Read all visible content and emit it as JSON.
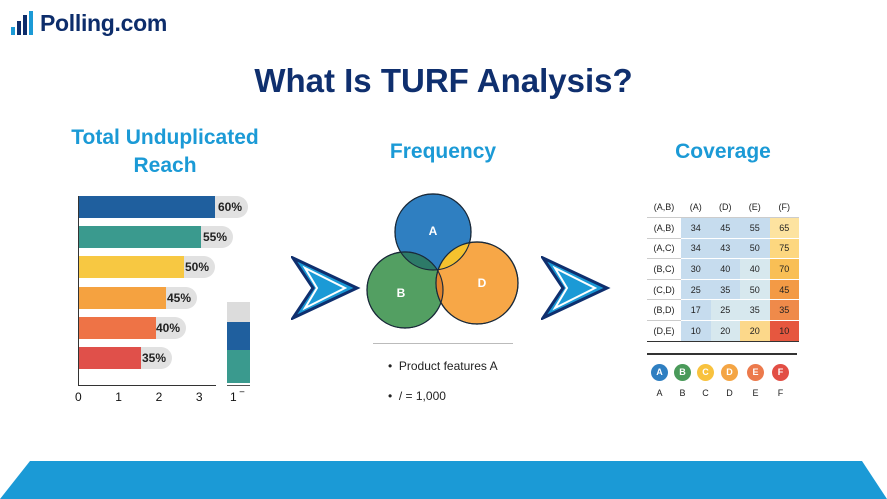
{
  "logo": {
    "text": "Polling.com"
  },
  "title": "What Is TURF Analysis?",
  "sections": {
    "reach": "Total Unduplicated Reach",
    "frequency": "Frequency",
    "coverage": "Coverage"
  },
  "chart_data": {
    "type": "bar",
    "title": "Total Unduplicated Reach",
    "values": [
      60,
      55,
      50,
      45,
      40,
      35
    ],
    "labels": [
      "60%",
      "55%",
      "50%",
      "45%",
      "40%",
      "35%"
    ],
    "colors": [
      "#1f5f9e",
      "#3a9a8e",
      "#f7c842",
      "#f5a240",
      "#ee7346",
      "#e0504a"
    ],
    "x_ticks": [
      "0",
      "1",
      "2",
      "3"
    ],
    "side_tick": "1 ‾",
    "side_bar": {
      "segments": [
        "#dcdcdc",
        "#1f5f9e",
        "#3a9a8e"
      ]
    }
  },
  "venn": {
    "circles": [
      "A",
      "B",
      "D"
    ],
    "bullets": [
      "Product features A",
      "/ = 1,000"
    ]
  },
  "coverage": {
    "header": [
      "(A,B)",
      "(A)",
      "(D)",
      "(E)",
      "(F)"
    ],
    "rows": [
      {
        "label": "(A,B)",
        "values": [
          "34",
          "45",
          "55",
          "65"
        ],
        "colors": [
          "#c6dcee",
          "#c6dcee",
          "#c6dcee",
          "#fde3a0"
        ]
      },
      {
        "label": "(A,C)",
        "values": [
          "34",
          "43",
          "50",
          "75"
        ],
        "colors": [
          "#c6dcee",
          "#c6dcee",
          "#c6dcee",
          "#fdd77f"
        ]
      },
      {
        "label": "(B,C)",
        "values": [
          "30",
          "40",
          "40",
          "70"
        ],
        "colors": [
          "#c6dcee",
          "#c6dcee",
          "#d7e8ee",
          "#f9bf55"
        ]
      },
      {
        "label": "(C,D)",
        "values": [
          "25",
          "35",
          "50",
          "45"
        ],
        "colors": [
          "#c6dcee",
          "#c6dcee",
          "#d7e8ee",
          "#f39a45"
        ]
      },
      {
        "label": "(B,D)",
        "values": [
          "17",
          "25",
          "35",
          "35"
        ],
        "colors": [
          "#c6dcee",
          "#d7e8ee",
          "#d7e8ee",
          "#ef8a4a"
        ]
      },
      {
        "label": "(D,E)",
        "values": [
          "10",
          "20",
          "20",
          "10"
        ],
        "colors": [
          "#c6dcee",
          "#d7e8ee",
          "#fcd88a",
          "#e6573f"
        ]
      }
    ],
    "legend": [
      {
        "letter": "A",
        "color": "#2f7fc1"
      },
      {
        "letter": "B",
        "color": "#4a9a5a"
      },
      {
        "letter": "C",
        "color": "#f8c23e"
      },
      {
        "letter": "D",
        "color": "#f4a544"
      },
      {
        "letter": "E",
        "color": "#ec7a4c"
      },
      {
        "letter": "F",
        "color": "#e24e44"
      }
    ]
  },
  "colors": {
    "navy": "#0f2f6e",
    "accent": "#1b9ad6"
  }
}
